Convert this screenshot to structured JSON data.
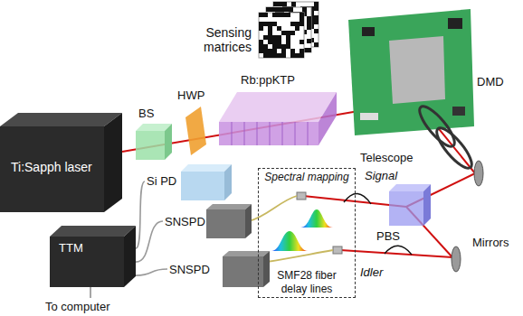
{
  "diagram": {
    "nodes": [
      {
        "text": [
          "Ti:Sapph laser"
        ]
      },
      {
        "text": [
          "Si PD"
        ]
      },
      {
        "text": [
          "SNSPD"
        ]
      },
      {
        "text": [
          "SNSPD"
        ]
      },
      {
        "text": [
          "TTM"
        ]
      },
      {
        "text": [
          "Spectral mapping",
          "SMF28 fiber delay lines"
        ]
      }
    ],
    "edges": [
      {
        "from": 1,
        "to": 4,
        "arrow": "none"
      },
      {
        "from": 2,
        "to": 4,
        "arrow": "none"
      },
      {
        "from": 3,
        "to": 4,
        "arrow": "none"
      }
    ],
    "labels": [
      "Sensing matrices",
      "DMD",
      "BS",
      "HWP",
      "Rb:ppKTP",
      "Telescope",
      "Signal",
      "PBS",
      "Mirrors",
      "Idler",
      "To computer"
    ]
  }
}
